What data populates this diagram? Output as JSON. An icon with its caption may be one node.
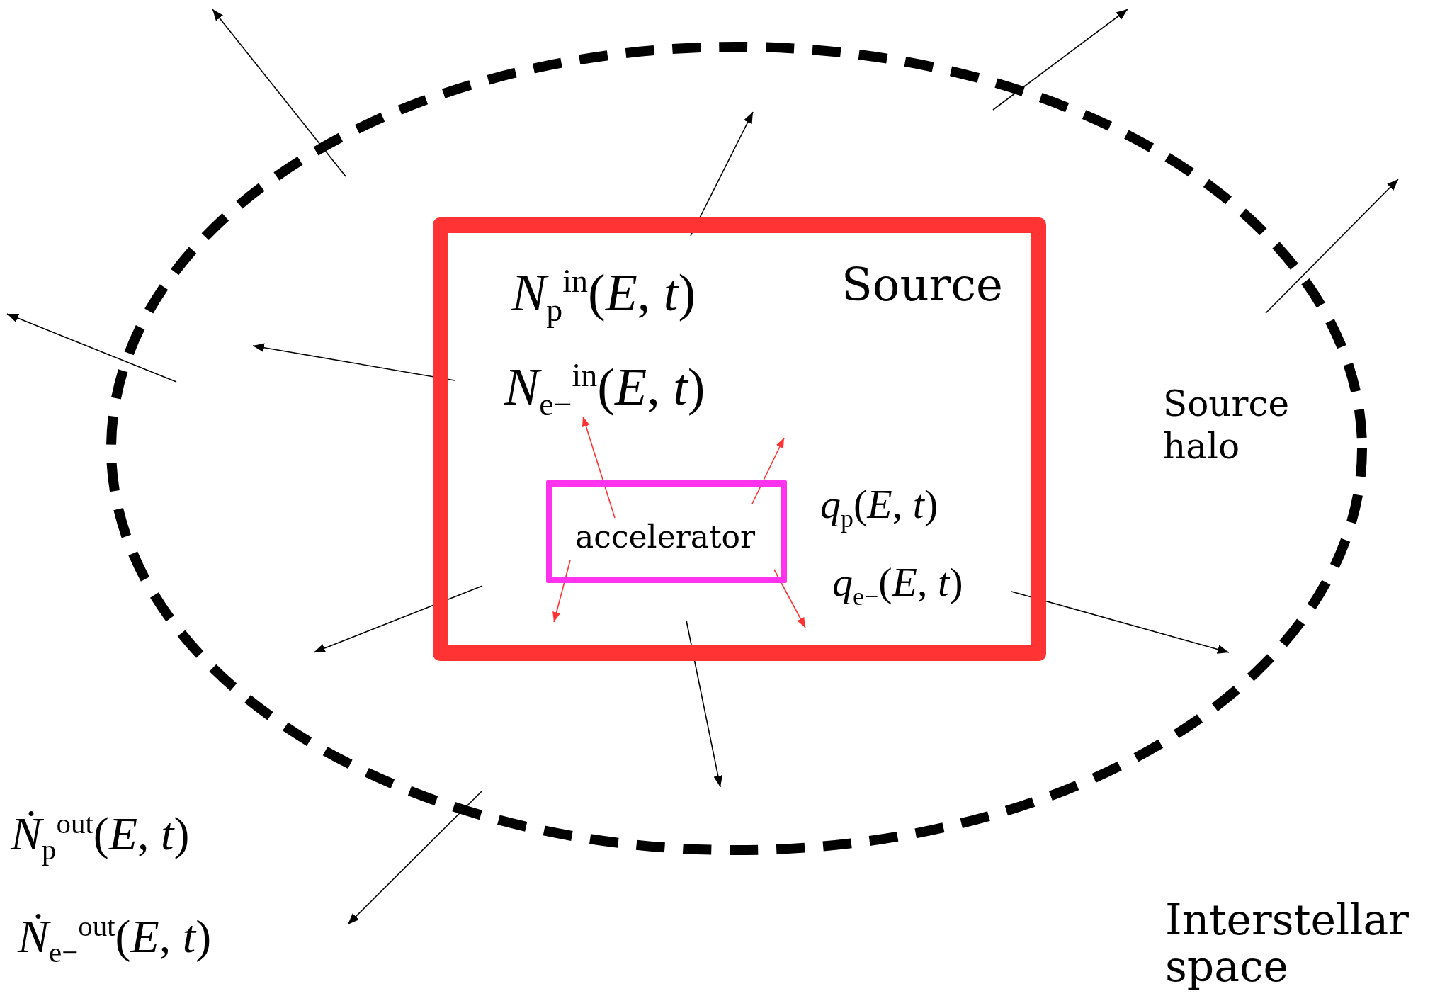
{
  "diagram": {
    "nodes": [
      {
        "text": [
          "Source halo"
        ]
      },
      {
        "text": [
          "*N*$_{p}$$^{in}$(*E*, *t*)",
          "Source",
          "*N*$_{e−}$$^{in}$(*E*, *t*)"
        ],
        "in": 0
      },
      {
        "text": [
          "accelerator"
        ],
        "beside": [
          "*q*$_{p}$(*E*, *t*)",
          "*q*$_{e−}$(*E*, *t*)"
        ],
        "in": 1
      }
    ],
    "labels": [
      "*Ṅ*$_{p}$$^{out}$(*E*, *t*)",
      "*Ṅ*$_{e−}$$^{out}$(*E*, *t*)",
      "Interstellar space"
    ]
  }
}
